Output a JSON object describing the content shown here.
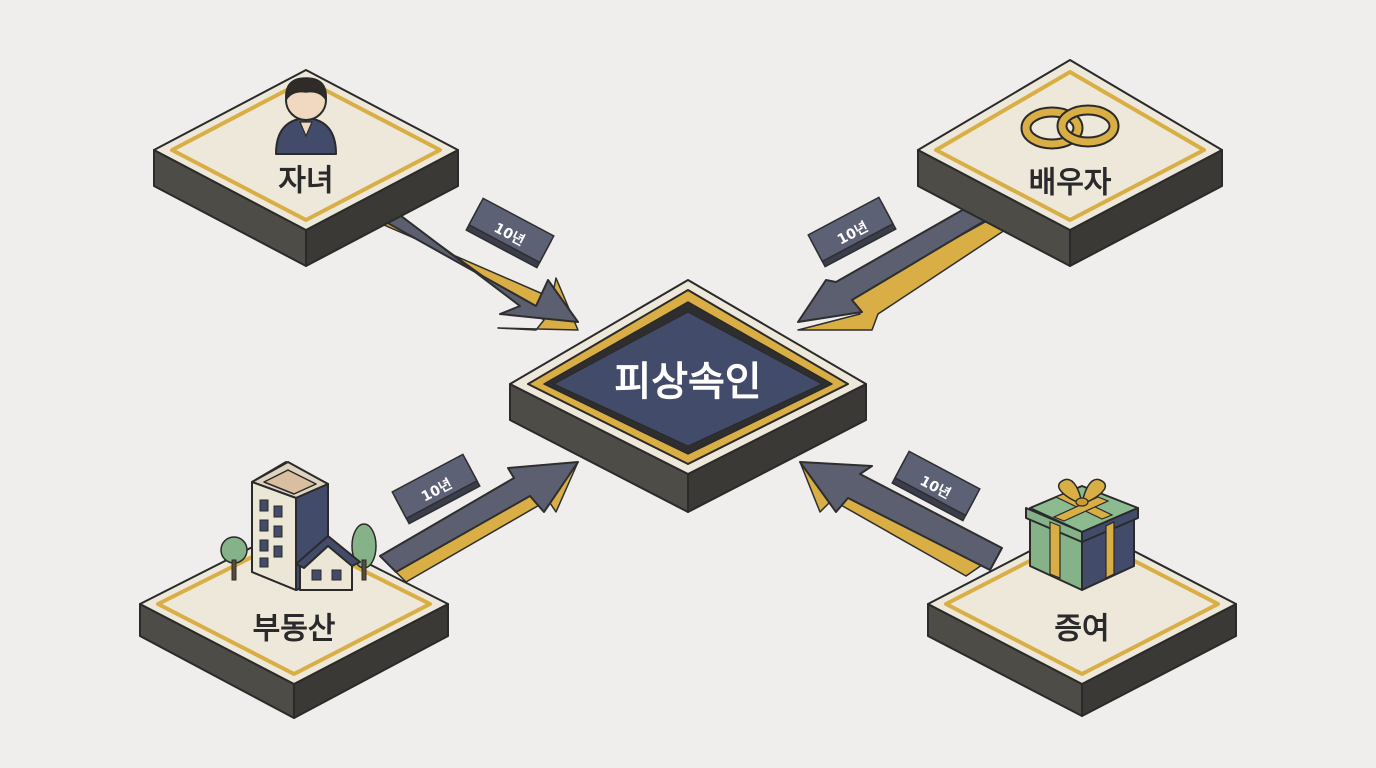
{
  "center": {
    "label": "피상속인"
  },
  "nodes": {
    "children": {
      "label": "자녀",
      "icon": "person-icon"
    },
    "spouse": {
      "label": "배우자",
      "icon": "wedding-rings-icon"
    },
    "real_estate": {
      "label": "부동산",
      "icon": "building-icon"
    },
    "gift": {
      "label": "증여",
      "icon": "gift-box-icon"
    }
  },
  "arrows": {
    "children": {
      "tag": "10년"
    },
    "spouse": {
      "tag": "10년"
    },
    "real_estate": {
      "tag": "10년"
    },
    "gift": {
      "tag": "10년"
    }
  },
  "colors": {
    "background": "#efeeec",
    "tile_top": "#ede8da",
    "tile_side": "#454340",
    "gold_border": "#d8ae45",
    "navy": "#434b6b",
    "arrow": "#5b5f70",
    "arrow_gold": "#d8ae45"
  }
}
